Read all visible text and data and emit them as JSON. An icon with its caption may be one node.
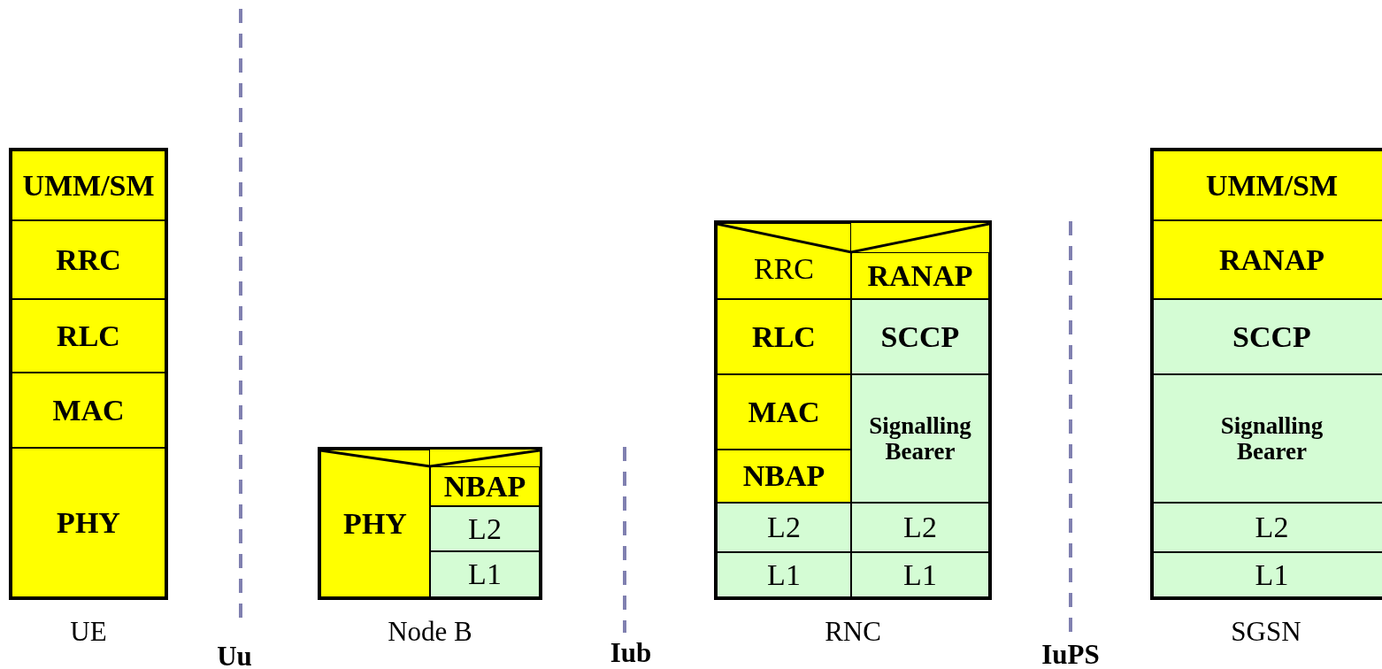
{
  "diagram": {
    "nodes": [
      {
        "text": [],
        "shape": "box",
        "beside": [
          "UE"
        ]
      },
      {
        "text": [
          "UMM/SM"
        ],
        "in": 0
      },
      {
        "text": [
          "RRC"
        ],
        "in": 0
      },
      {
        "text": [
          "RLC"
        ],
        "in": 0
      },
      {
        "text": [
          "MAC"
        ],
        "in": 0
      },
      {
        "text": [
          "PHY"
        ],
        "in": 0
      },
      {
        "text": [],
        "shape": "box",
        "beside": [
          "Node B"
        ]
      },
      {
        "text": [
          "PHY"
        ],
        "in": 6
      },
      {
        "text": [
          "NBAP"
        ],
        "in": 6
      },
      {
        "text": [
          "L2"
        ],
        "in": 6
      },
      {
        "text": [
          "L1"
        ],
        "in": 6
      },
      {
        "text": [],
        "shape": "box",
        "beside": [
          "RNC"
        ]
      },
      {
        "text": [
          "RRC"
        ],
        "in": 11
      },
      {
        "text": [
          "RANAP"
        ],
        "in": 11
      },
      {
        "text": [
          "RLC"
        ],
        "in": 11
      },
      {
        "text": [
          "SCCP"
        ],
        "in": 11
      },
      {
        "text": [
          "MAC"
        ],
        "in": 11
      },
      {
        "text": [
          "Signalling Bearer"
        ],
        "in": 11
      },
      {
        "text": [
          "NBAP"
        ],
        "in": 11
      },
      {
        "text": [
          "L2"
        ],
        "in": 11
      },
      {
        "text": [
          "L2"
        ],
        "in": 11
      },
      {
        "text": [
          "L1"
        ],
        "in": 11
      },
      {
        "text": [
          "L1"
        ],
        "in": 11
      },
      {
        "text": [],
        "shape": "box",
        "beside": [
          "SGSN"
        ]
      },
      {
        "text": [
          "UMM/SM"
        ],
        "in": 23
      },
      {
        "text": [
          "RANAP"
        ],
        "in": 23
      },
      {
        "text": [
          "SCCP"
        ],
        "in": 23
      },
      {
        "text": [
          "Signalling Bearer"
        ],
        "in": 23
      },
      {
        "text": [
          "L2"
        ],
        "in": 23
      },
      {
        "text": [
          "L1"
        ],
        "in": 23
      }
    ],
    "edges": [],
    "labels": [
      "Uu",
      "Iub",
      "IuPS"
    ]
  }
}
